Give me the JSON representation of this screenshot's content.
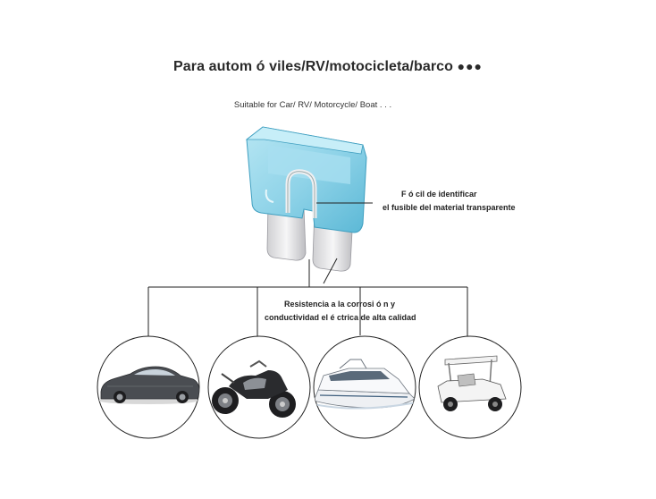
{
  "header": {
    "title": "Para autom ó viles/RV/motocicleta/barco",
    "title_dots": "●●●",
    "subtitle": "Suitable for Car/ RV/ Motorcycle/ Boat . . ."
  },
  "callouts": {
    "transparent_line1": "F ó cil de identificar",
    "transparent_line2": "el fusible del material transparente",
    "conductivity_line1": "Resistencia a la corrosi ó n y",
    "conductivity_line2": "conductividad el é ctrica de alta calidad"
  },
  "icons": {
    "fuse": "blade-fuse-icon",
    "car": "car-icon",
    "motorcycle": "motorcycle-icon",
    "boat": "boat-icon",
    "golf_cart": "golf-cart-icon"
  },
  "colors": {
    "fuse_body": "#8fd3e8",
    "fuse_body_dark": "#5bb8d6",
    "terminal": "#e9e9ea",
    "line": "#222222"
  }
}
